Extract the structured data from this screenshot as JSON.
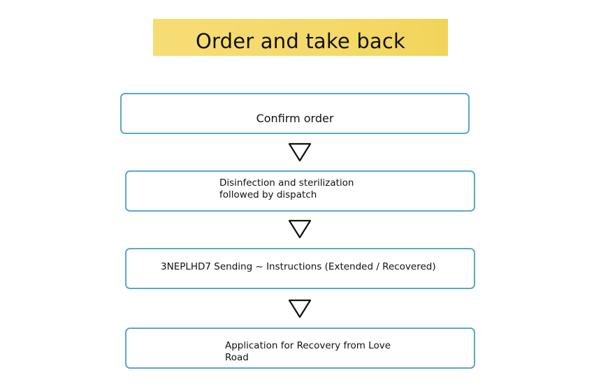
{
  "title": "Order and take back",
  "steps": [
    {
      "label": "Confirm order"
    },
    {
      "label": "Disinfection and sterilization\nfollowed by dispatch"
    },
    {
      "label": "3NEPLHD7 Sending ~ Instructions (Extended / Recovered)"
    },
    {
      "label": "Application for Recovery from Love\nRoad"
    }
  ],
  "colors": {
    "banner": "#f4da6a",
    "box_border": "#5aa9c4",
    "arrow": "#111111"
  },
  "icons": {
    "arrow": "down-triangle-icon"
  }
}
